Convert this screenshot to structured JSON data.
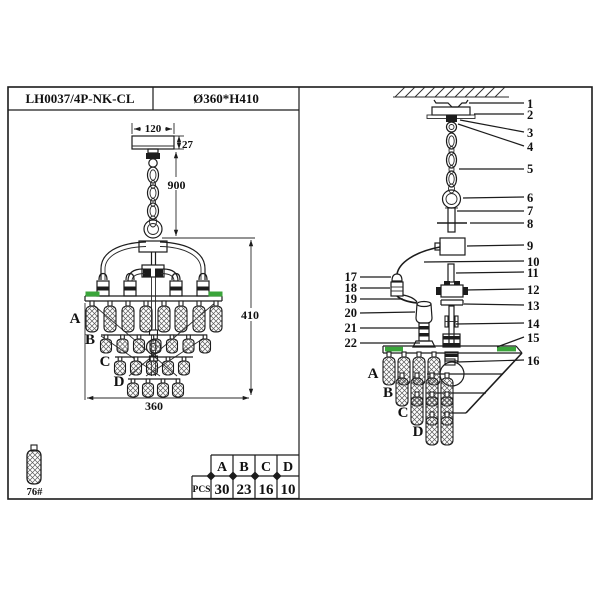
{
  "title_block": {
    "model": "LH0037/4P-NK-CL",
    "size_spec": "Ø360*H410"
  },
  "dimensions": {
    "canopy_width": "120",
    "canopy_height": "27",
    "suspension_length": "900",
    "fixture_height": "410",
    "fixture_width": "360"
  },
  "tiers": {
    "labels": [
      "A",
      "B",
      "C",
      "D"
    ]
  },
  "parts": {
    "numbers": [
      "1",
      "2",
      "3",
      "4",
      "5",
      "6",
      "7",
      "8",
      "9",
      "10",
      "11",
      "12",
      "13",
      "14",
      "15",
      "16",
      "17",
      "18",
      "19",
      "20",
      "21",
      "22"
    ]
  },
  "crystal_icon": {
    "label": "76#"
  },
  "parts_table": {
    "headers": [
      "A",
      "B",
      "C",
      "D"
    ],
    "row_label": "PCS",
    "values": [
      "30",
      "23",
      "16",
      "10"
    ]
  },
  "colors": {
    "highlight_green": "#3aa53a",
    "line": "#1c1c1c"
  }
}
